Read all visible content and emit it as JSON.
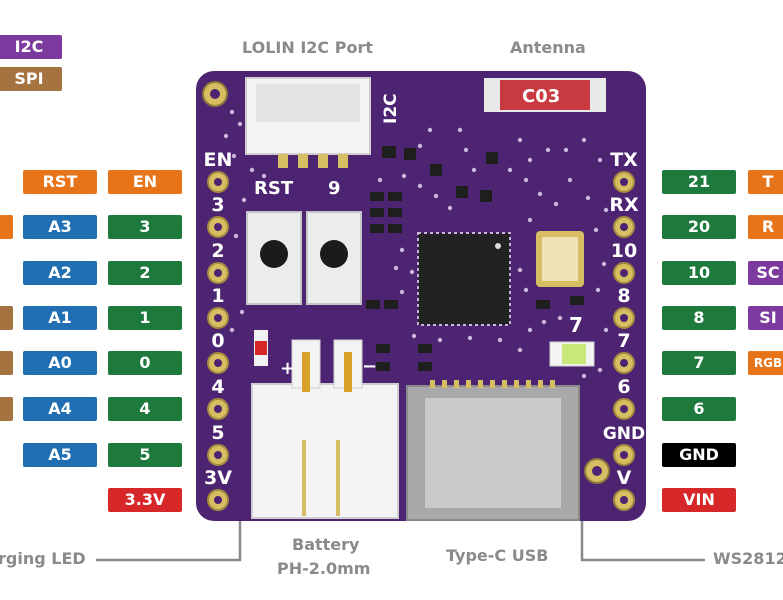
{
  "colors": {
    "i2c": "#7c3a9e",
    "spi": "#a4733f",
    "analog": "#1f6fb2",
    "digital": "#1e7a3c",
    "control": "#e8741a",
    "power": "#d62828",
    "ground": "#000000",
    "pcb": "#4d2472",
    "caption": "#8a8a8a"
  },
  "legend": [
    {
      "text": "I2C",
      "color": "i2c"
    },
    {
      "text": "SPI",
      "color": "spi"
    }
  ],
  "captions": {
    "i2c_port": "LOLIN I2C Port",
    "antenna": "Antenna",
    "charging_led": "rging LED",
    "battery_line1": "Battery",
    "battery_line2": "PH-2.0mm",
    "usb": "Type-C USB",
    "ws2812": "WS2812"
  },
  "board": {
    "antenna_code": "C03",
    "i2c_silk": "I2C",
    "rst_silk": "RST",
    "nine_silk": "9",
    "seven_silk": "7",
    "plus_silk": "+",
    "minus_silk": "−",
    "left_pins": [
      "EN",
      "3",
      "2",
      "1",
      "0",
      "4",
      "5",
      "3V"
    ],
    "right_pins": [
      "TX",
      "RX",
      "10",
      "8",
      "7",
      "6",
      "GND",
      "V"
    ]
  },
  "left_labels": [
    {
      "func": "RST",
      "func_color": "control",
      "pin": "EN",
      "pin_color": "control"
    },
    {
      "func": "A3",
      "func_color": "analog",
      "pin": "3",
      "pin_color": "digital"
    },
    {
      "func": "A2",
      "func_color": "analog",
      "pin": "2",
      "pin_color": "digital"
    },
    {
      "func": "A1",
      "func_color": "analog",
      "pin": "1",
      "pin_color": "digital"
    },
    {
      "func": "A0",
      "func_color": "analog",
      "pin": "0",
      "pin_color": "digital"
    },
    {
      "func": "A4",
      "func_color": "analog",
      "pin": "4",
      "pin_color": "digital"
    },
    {
      "func": "A5",
      "func_color": "analog",
      "pin": "5",
      "pin_color": "digital"
    },
    {
      "func": "",
      "func_color": "",
      "pin": "3.3V",
      "pin_color": "power"
    }
  ],
  "left_edge_stubs": [
    "",
    "control",
    "",
    "spi",
    "spi",
    "spi",
    "",
    ""
  ],
  "right_labels": [
    {
      "pin": "21",
      "pin_color": "digital",
      "func": "T",
      "func_color": "control"
    },
    {
      "pin": "20",
      "pin_color": "digital",
      "func": "R",
      "func_color": "control"
    },
    {
      "pin": "10",
      "pin_color": "digital",
      "func": "SC",
      "func_color": "i2c"
    },
    {
      "pin": "8",
      "pin_color": "digital",
      "func": "SI",
      "func_color": "i2c"
    },
    {
      "pin": "7",
      "pin_color": "digital",
      "func": "RGB",
      "func_color": "control"
    },
    {
      "pin": "6",
      "pin_color": "digital",
      "func": "",
      "func_color": ""
    },
    {
      "pin": "GND",
      "pin_color": "ground",
      "func": "",
      "func_color": ""
    },
    {
      "pin": "VIN",
      "pin_color": "power",
      "func": "",
      "func_color": ""
    }
  ]
}
